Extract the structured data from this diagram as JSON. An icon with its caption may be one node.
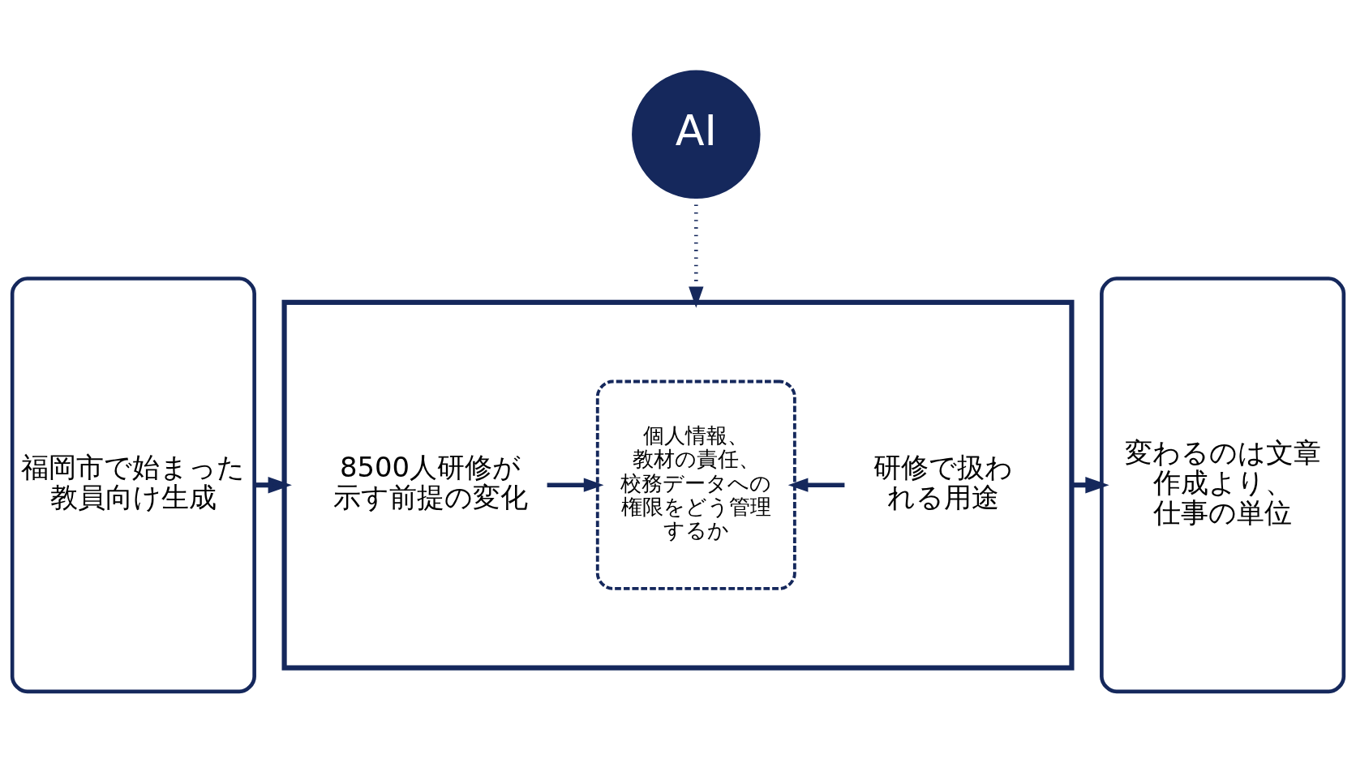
{
  "diagram": {
    "nodes": [
      {
        "text": [
          "福岡市で始まった教員向け生成"
        ]
      },
      {
        "text": [],
        "shape": "bowtie"
      },
      {
        "text": [
          "8500人研修が示す前提の変化"
        ],
        "in": 1
      },
      {
        "text": [
          "個人情報、教材の責任、校務データへの権限をどう管理するか"
        ],
        "in": 1
      },
      {
        "text": [
          "研修で扱われる用途"
        ],
        "in": 1
      },
      {
        "text": [
          "変わるのは文章作成より、仕事の単位"
        ]
      },
      {
        "text": [
          "AI"
        ]
      }
    ],
    "edges": [
      {
        "from": 0,
        "to": 1,
        "arrow": "to"
      },
      {
        "from": 2,
        "to": 3,
        "arrow": "to"
      },
      {
        "from": 4,
        "to": 3,
        "arrow": "to"
      },
      {
        "from": 1,
        "to": 5,
        "arrow": "to"
      },
      {
        "from": 6,
        "to": 1,
        "arrow": "to",
        "style": "dashed"
      }
    ]
  }
}
